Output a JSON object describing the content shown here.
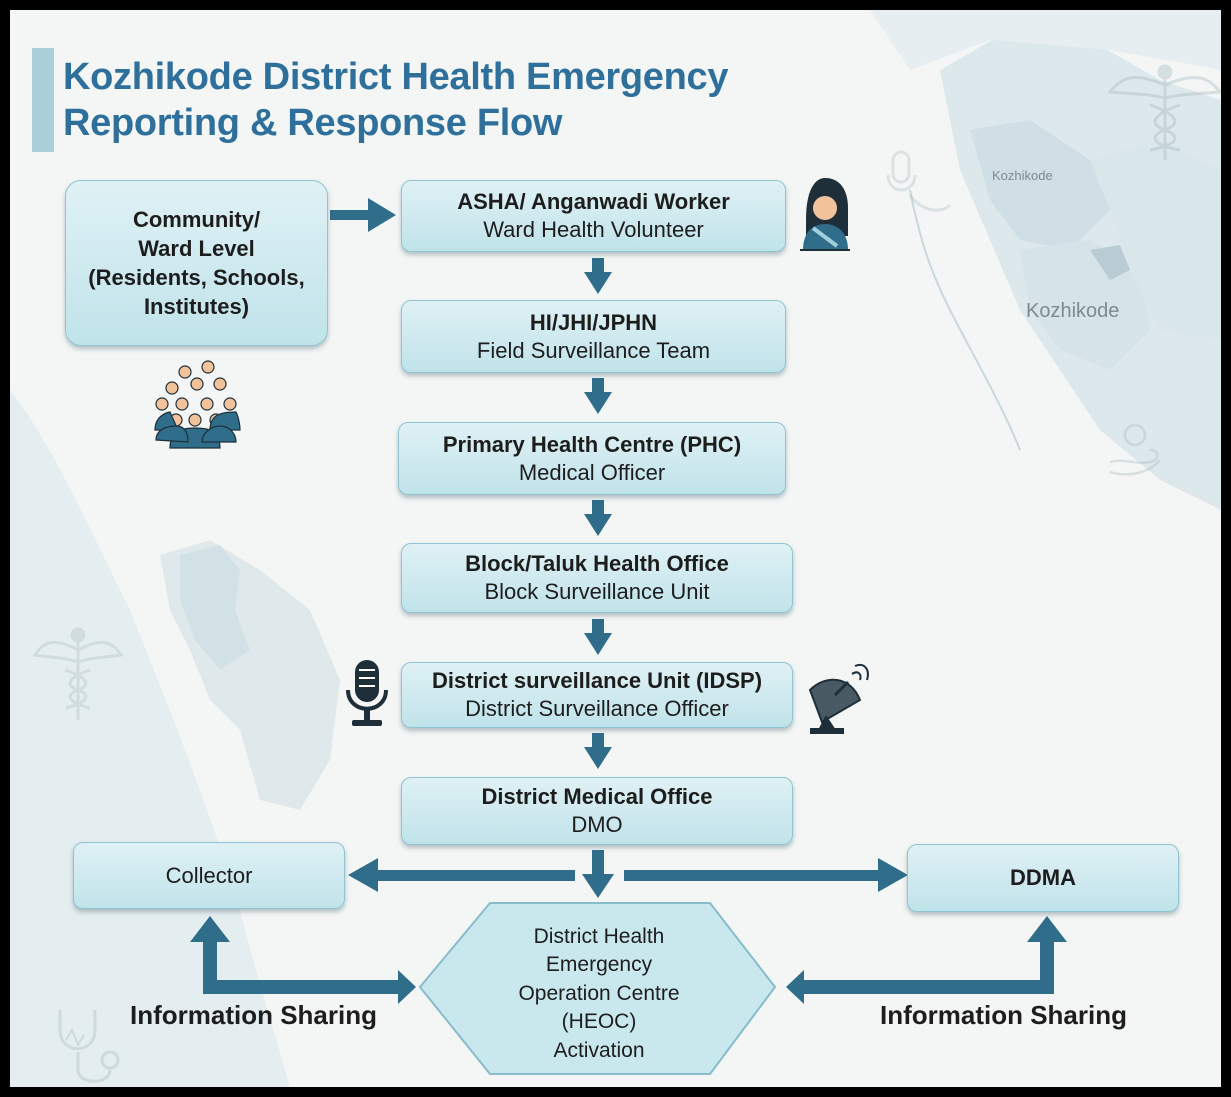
{
  "title": {
    "line1": "Kozhikode District Health Emergency",
    "line2": "Reporting & Response Flow"
  },
  "map_labels": {
    "small": "Kozhikode",
    "large": "Kozhikode"
  },
  "nodes": {
    "community": {
      "lines": [
        "Community/",
        "Ward Level",
        "(Residents, Schools,",
        "Institutes)"
      ]
    },
    "asha": {
      "title": "ASHA/ Anganwadi Worker",
      "subtitle": "Ward Health Volunteer"
    },
    "hi": {
      "title": "HI/JHI/JPHN",
      "subtitle": "Field Surveillance Team"
    },
    "phc": {
      "title": "Primary Health Centre (PHC)",
      "subtitle": "Medical Officer"
    },
    "block": {
      "title": "Block/Taluk Health Office",
      "subtitle": "Block Surveillance Unit"
    },
    "idsp": {
      "title": "District surveillance Unit (IDSP)",
      "subtitle": "District Surveillance Officer"
    },
    "dmo": {
      "title": "District Medical Office",
      "subtitle": "DMO"
    },
    "collector": {
      "label": "Collector"
    },
    "ddma": {
      "label": "DDMA"
    },
    "heoc": {
      "lines": [
        "District Health",
        "Emergency",
        "Operation Centre",
        "(HEOC)",
        "Activation"
      ]
    }
  },
  "info_sharing": {
    "left": "Information Sharing",
    "right": "Information Sharing"
  },
  "colors": {
    "title": "#2e6f9b",
    "arrow": "#2f6d8a",
    "box_fill": "#c9e8ee",
    "box_border": "#8fc4d0"
  },
  "icons": [
    "female-health-worker-icon",
    "community-group-icon",
    "microphone-icon",
    "satellite-dish-icon",
    "caduceus-icon",
    "stethoscope-icon",
    "hand-care-icon"
  ]
}
